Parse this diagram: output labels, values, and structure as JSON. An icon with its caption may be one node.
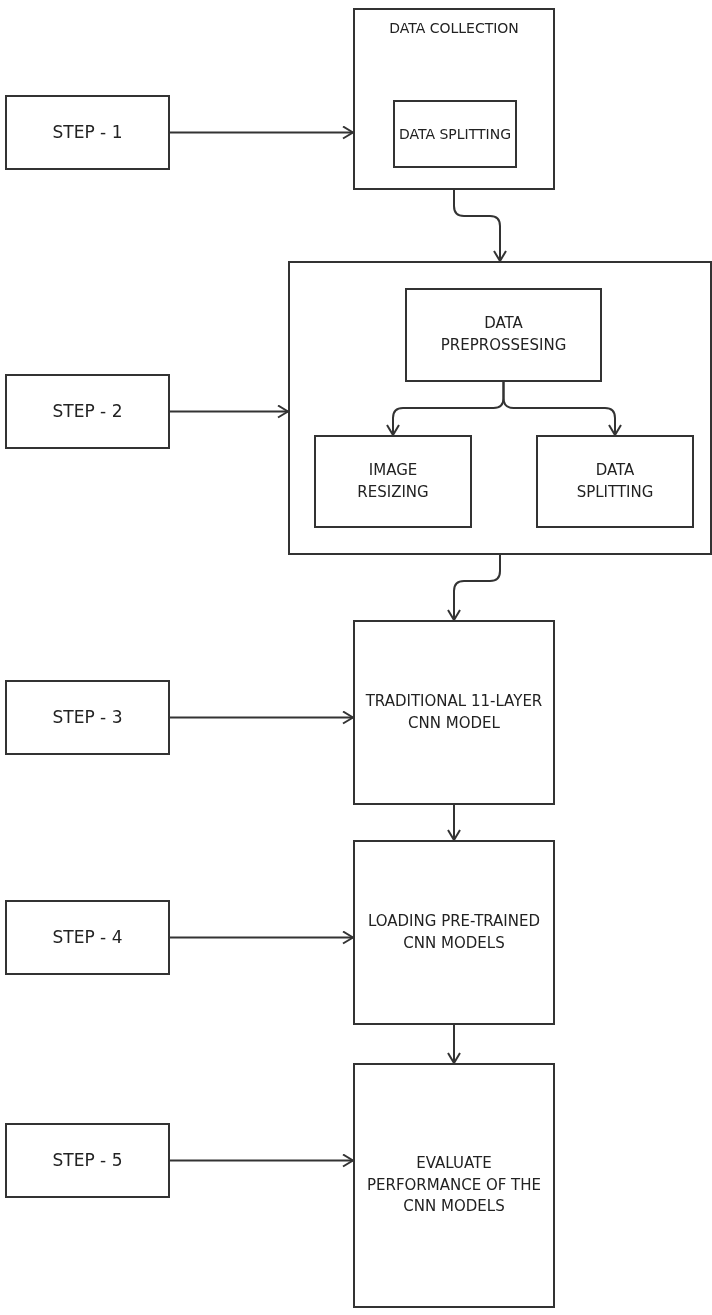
{
  "diagram": {
    "nodes": [
      {
        "text": [
          "STEP - 1"
        ]
      },
      {
        "text": [
          "DATA COLLECTION"
        ]
      },
      {
        "text": [
          "DATA SPLITTING"
        ],
        "in": 1
      },
      {
        "text": [
          "STEP - 2"
        ]
      },
      {
        "text": [],
        "shape": "box"
      },
      {
        "text": [
          "DATA PREPROSSESING"
        ],
        "in": 4
      },
      {
        "text": [
          "IMAGE RESIZING"
        ],
        "in": 4
      },
      {
        "text": [
          "DATA SPLITTING"
        ],
        "in": 4
      },
      {
        "text": [
          "STEP - 3"
        ]
      },
      {
        "text": [
          "TRADITIONAL 11-LAYER CNN MODEL"
        ]
      },
      {
        "text": [
          "STEP - 4"
        ]
      },
      {
        "text": [
          "LOADING PRE-TRAINED CNN MODELS"
        ]
      },
      {
        "text": [
          "STEP - 5"
        ]
      },
      {
        "text": [
          "EVALUATE PERFORMANCE OF THE CNN MODELS"
        ]
      }
    ],
    "edges": [
      {
        "from": 0,
        "to": 1,
        "arrow": "to"
      },
      {
        "from": 1,
        "to": 4,
        "arrow": "to"
      },
      {
        "from": 3,
        "to": 4,
        "arrow": "to"
      },
      {
        "from": 5,
        "to": 6,
        "arrow": "to"
      },
      {
        "from": 5,
        "to": 7,
        "arrow": "to"
      },
      {
        "from": 4,
        "to": 9,
        "arrow": "to"
      },
      {
        "from": 8,
        "to": 9,
        "arrow": "to"
      },
      {
        "from": 9,
        "to": 11,
        "arrow": "to"
      },
      {
        "from": 10,
        "to": 11,
        "arrow": "to"
      },
      {
        "from": 11,
        "to": 13,
        "arrow": "to"
      },
      {
        "from": 12,
        "to": 13,
        "arrow": "to"
      }
    ]
  }
}
